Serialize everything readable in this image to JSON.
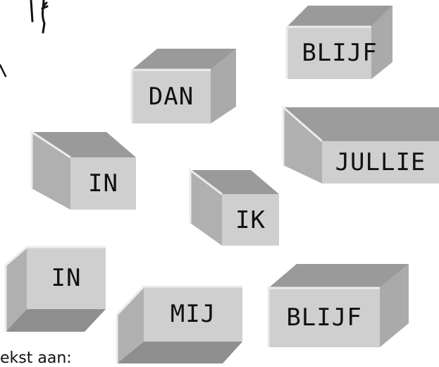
{
  "blocks": [
    {
      "id": "dan",
      "label": "DAN"
    },
    {
      "id": "blijf-top",
      "label": "BLIJF"
    },
    {
      "id": "jullie",
      "label": "JULLIE"
    },
    {
      "id": "in-upper",
      "label": "IN"
    },
    {
      "id": "ik",
      "label": "IK"
    },
    {
      "id": "in-lower",
      "label": "IN"
    },
    {
      "id": "mij",
      "label": "MIJ"
    },
    {
      "id": "blijf-bottom",
      "label": "BLIJF"
    }
  ],
  "caption": "ekst aan:",
  "colors": {
    "front": "#cfcfcf",
    "top": "#9a9a9a",
    "side": "#a8a8a8",
    "edge": "#e8e8e8",
    "text": "#111111"
  }
}
